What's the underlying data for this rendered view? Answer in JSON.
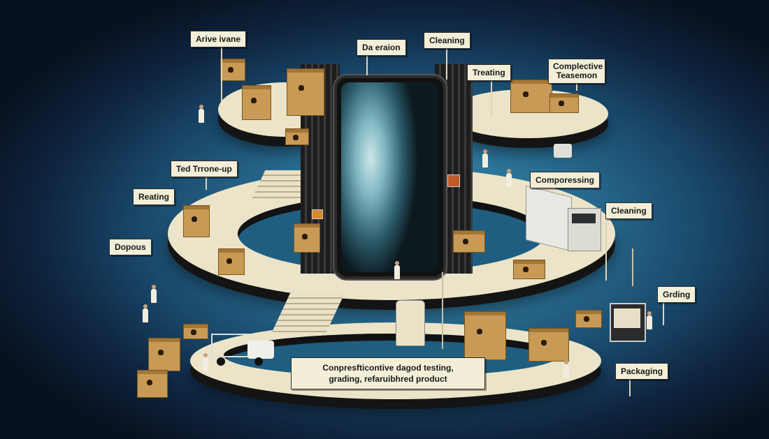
{
  "labels": {
    "arrive": "Arive ivane",
    "daeraion": "Da eraion",
    "cleaning_top": "Cleaning",
    "treating": "Treating",
    "complective": "Complective Teasemon",
    "ted": "Ted Trrone-up",
    "reating": "Reating",
    "comporessing": "Comporessing",
    "cleaning_right": "Cleaning",
    "dopous": "Dopous",
    "grding": "Grding",
    "packaging": "Packaging",
    "bottom_line1": "Conpresfticontive dagod testing,",
    "bottom_line2": "grading, refaruibhred product"
  },
  "colors": {
    "background": "#1f6a90",
    "platform": "#ece4c8",
    "box": "#c89a55",
    "label": "#f2eed8"
  }
}
